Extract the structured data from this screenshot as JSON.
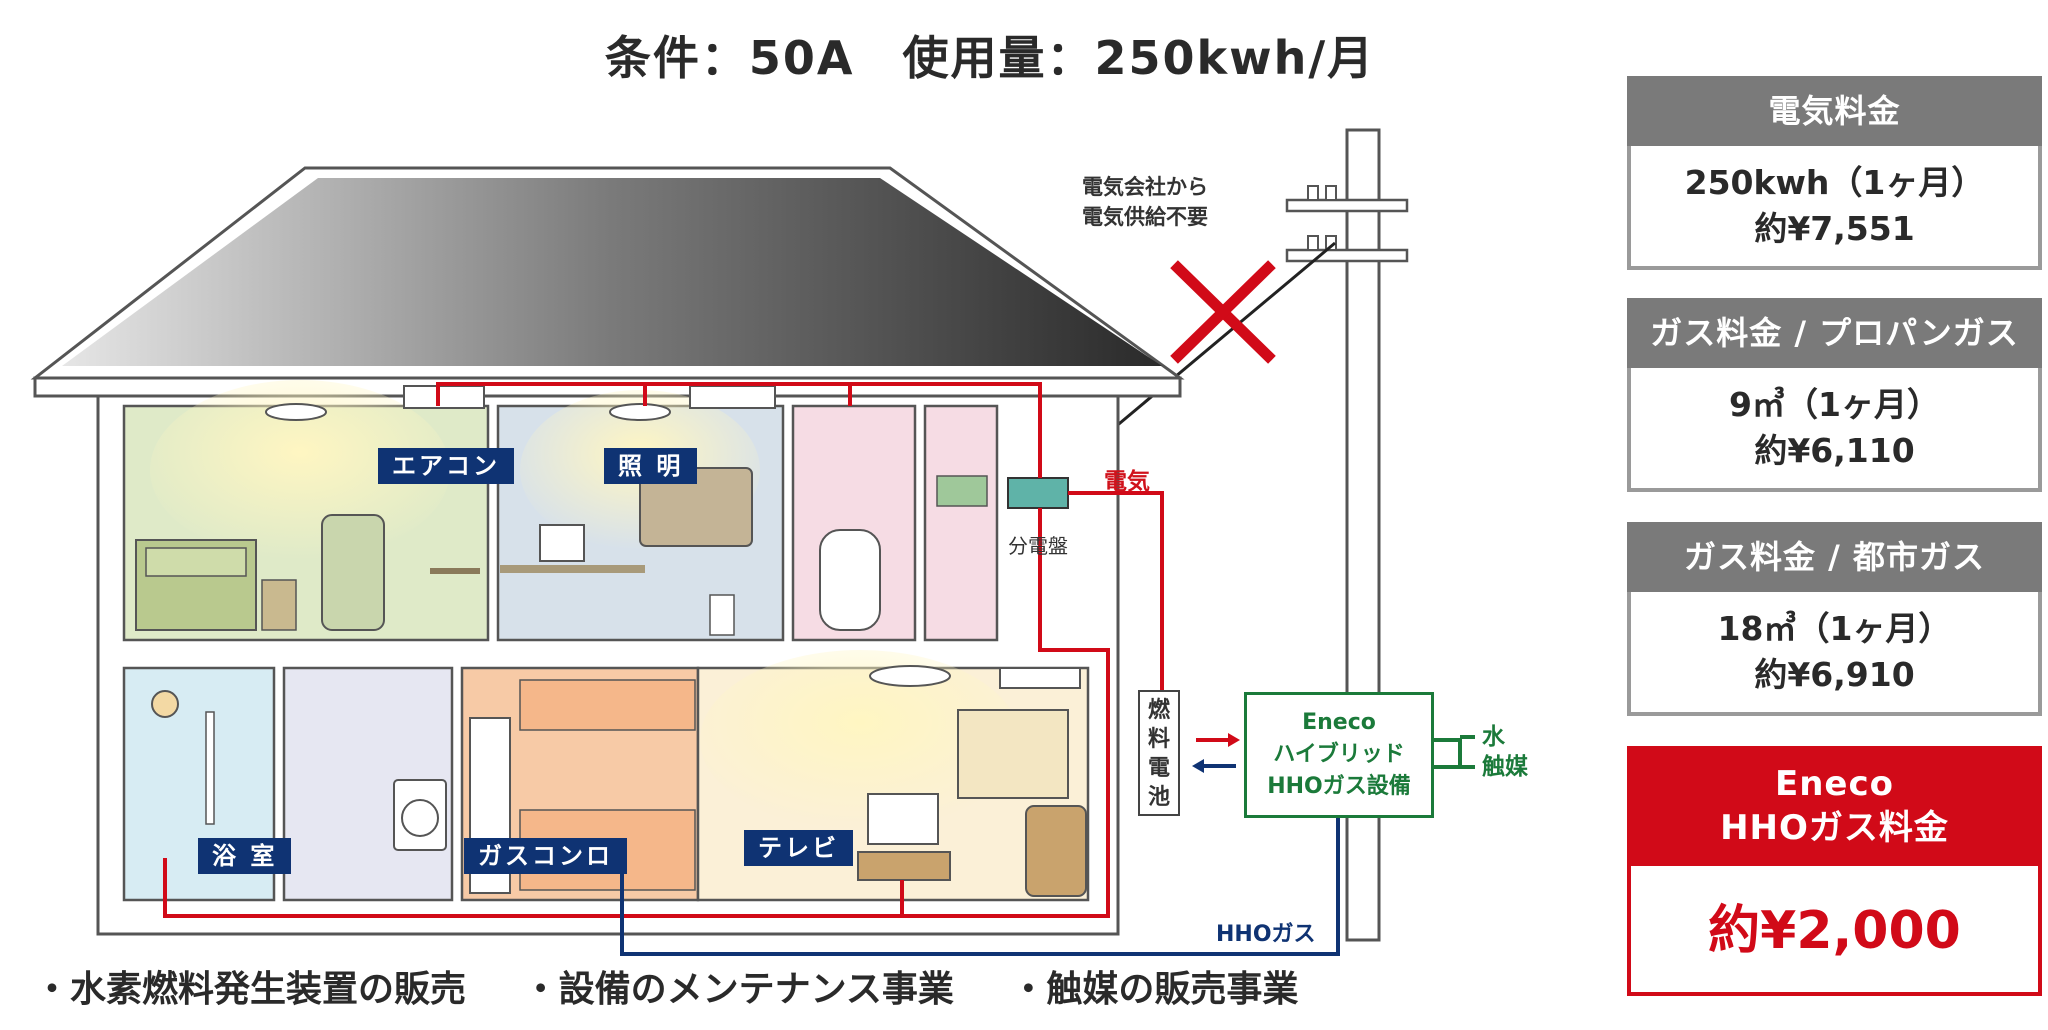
{
  "headline": "条件：50A　使用量：250kwh/月",
  "notice": {
    "line1": "電気会社から",
    "line2": "電気供給不要"
  },
  "labels": {
    "aircon": "エアコン",
    "lighting": "照 明",
    "bath": "浴 室",
    "gas_stove": "ガスコンロ",
    "tv": "テレビ",
    "breaker": "分電盤",
    "electricity": "電気",
    "hho_gas": "HHOガス",
    "water": "水",
    "catalyst": "触媒"
  },
  "fuel_cell": {
    "c1": "燃",
    "c2": "料",
    "c3": "電",
    "c4": "池"
  },
  "hho_unit": {
    "line1": "Eneco",
    "line2": "ハイブリッド",
    "line3": "HHOガス設備"
  },
  "bullets": [
    "・水素燃料発生装置の販売",
    "・設備のメンテナンス事業",
    "・触媒の販売事業"
  ],
  "price_cards": [
    {
      "title": "電気料金",
      "line1": "250kwh（1ヶ月）",
      "line2": "約¥7,551"
    },
    {
      "title": "ガス料金 / プロパンガス",
      "line1": "9㎥（1ヶ月）",
      "line2": "約¥6,110"
    },
    {
      "title": "ガス料金 / 都市ガス",
      "line1": "18㎥（1ヶ月）",
      "line2": "約¥6,910"
    }
  ],
  "eneco_card": {
    "title1": "Eneco",
    "title2": "HHOガス料金",
    "price": "約¥2,000"
  },
  "colors": {
    "red": "#d10a18",
    "navy": "#0f3373",
    "green": "#1b7a3a",
    "gray": "#7a7a7a"
  }
}
